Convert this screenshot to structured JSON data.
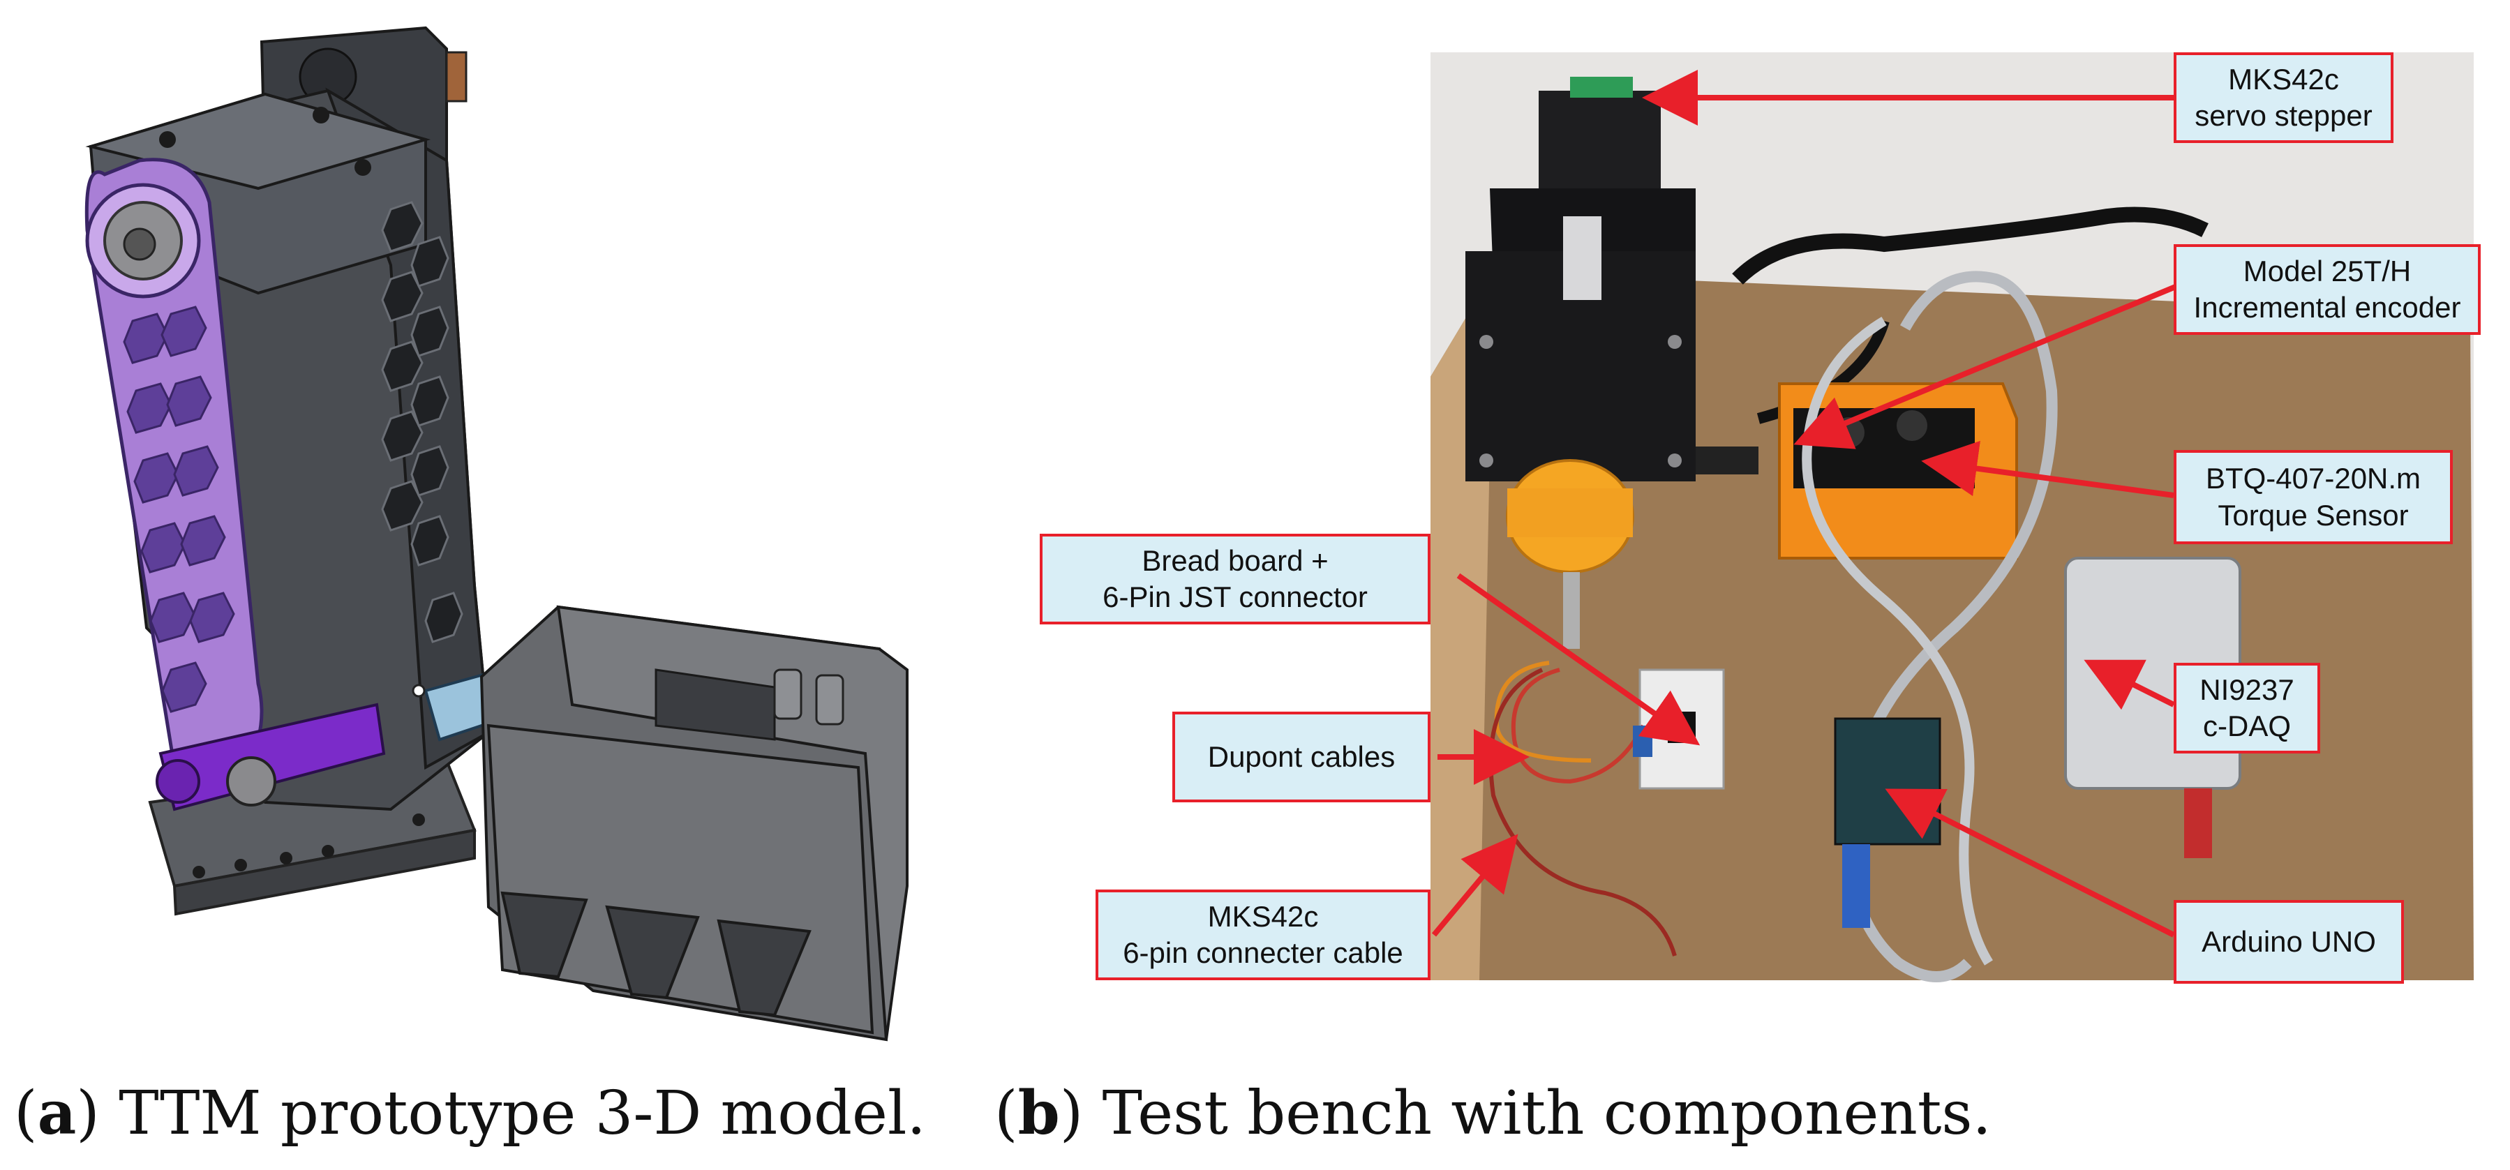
{
  "figure": {
    "panel_a": {
      "caption_letter": "a",
      "caption_text": " TTM prototype 3-D model."
    },
    "panel_b": {
      "caption_letter": "b",
      "caption_text": " Test bench with components.",
      "callouts": {
        "stepper": [
          "MKS42c",
          "servo stepper"
        ],
        "encoder": [
          "Model 25T/H",
          "Incremental encoder"
        ],
        "torque": [
          "BTQ-407-20N.m",
          "Torque Sensor"
        ],
        "breadboard": [
          "Bread board +",
          "6-Pin JST connector"
        ],
        "dupont": [
          "Dupont cables"
        ],
        "daq": [
          "NI9237",
          "c-DAQ"
        ],
        "cable": [
          "MKS42c",
          "6-pin connecter cable"
        ],
        "arduino": [
          "Arduino UNO"
        ]
      }
    }
  },
  "colors": {
    "callout_fill": "#d9eef6",
    "callout_border": "#e8202a",
    "model_purple": "#a97fd6",
    "model_gray": "#4a4d52",
    "printed_orange": "#f5a623",
    "board_brown": "#9c7a55"
  }
}
